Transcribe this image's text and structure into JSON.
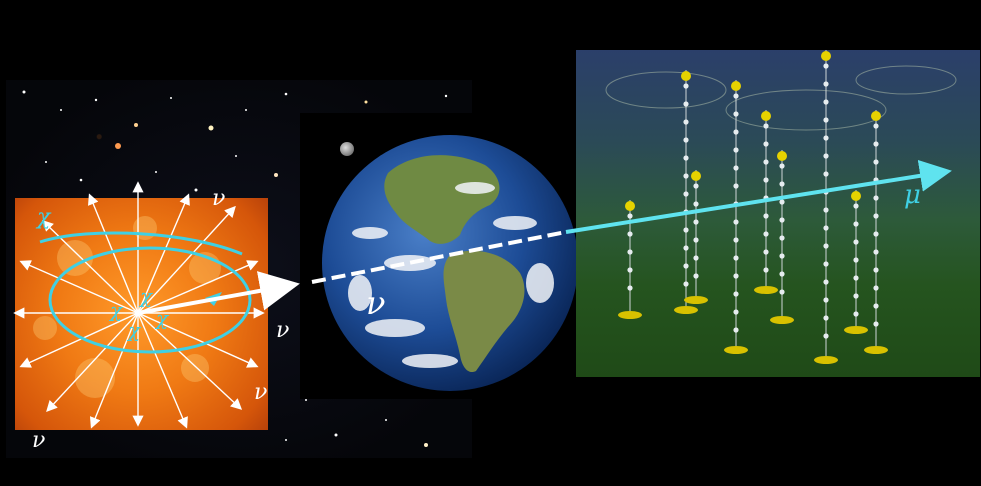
{
  "labels": {
    "chi_outer": "χ",
    "chi_inner_1": "χ",
    "chi_inner_2": "χ",
    "chi_inner_3": "χ",
    "chi_inner_4": "χ",
    "nu_top_right": "ν",
    "nu_right": "ν",
    "nu_bottom_right": "ν",
    "nu_bottom_left": "ν",
    "nu_earth": "ν",
    "mu_detector": "μ"
  },
  "colors": {
    "background": "#000000",
    "cyan_arrow": "#5fe3ef",
    "sun_orange": "#f07a14",
    "label_cyan": "#3fd0e4",
    "white": "#ffffff",
    "detector_yellow": "#e6d200"
  }
}
